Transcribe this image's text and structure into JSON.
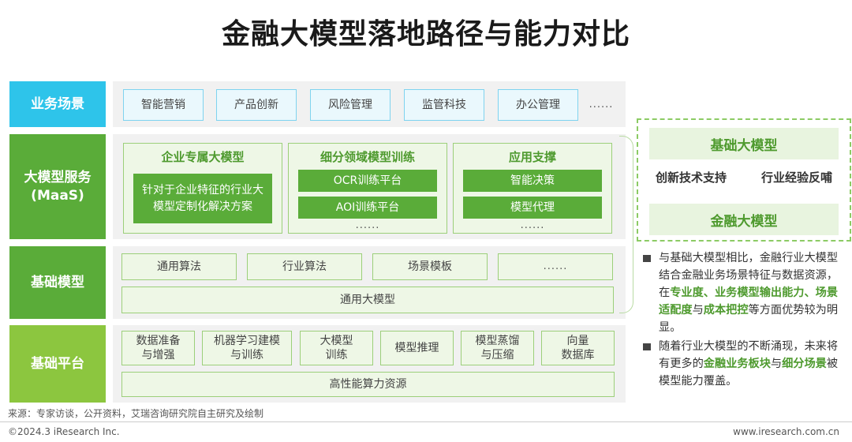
{
  "title": "金融大模型落地路径与能力对比",
  "layers": {
    "scenario": {
      "label": "业务场景",
      "items": [
        "智能营销",
        "产品创新",
        "风险管理",
        "监管科技",
        "办公管理"
      ],
      "more": "......"
    },
    "maas": {
      "label_line1": "大模型服务",
      "label_line2": "(MaaS)",
      "panel1": {
        "title": "企业专属大模型",
        "content": "针对于企业特征的行业大模型定制化解决方案"
      },
      "panel2": {
        "title": "细分领域模型训练",
        "items": [
          "OCR训练平台",
          "AOI训练平台"
        ],
        "more": "......"
      },
      "panel3": {
        "title": "应用支撑",
        "items": [
          "智能决策",
          "模型代理"
        ],
        "more": "......"
      }
    },
    "base_model": {
      "label": "基础模型",
      "items": [
        "通用算法",
        "行业算法",
        "场景模板",
        "......"
      ],
      "bar": "通用大模型"
    },
    "platform": {
      "label": "基础平台",
      "items": [
        "数据准备\n与增强",
        "机器学习建模\n与训练",
        "大模型\n训练",
        "模型推理",
        "模型蒸馏\n与压缩",
        "向量\n数据库"
      ],
      "bar": "高性能算力资源"
    }
  },
  "right_box": {
    "top": "基础大模型",
    "left": "创新技术支持",
    "right": "行业经验反哺",
    "bottom": "金融大模型"
  },
  "bullets": {
    "b1_p1": "与基础大模型相比，金融行业大模型结合金融业务场景特征与数据资源，在",
    "b1_h1": "专业度、业务模型输出能力、场景适配度",
    "b1_p2": "与",
    "b1_h2": "成本把控",
    "b1_p3": "等方面优势较为明显。",
    "b2_p1": "随着行业大模型的不断涌现，未来将有更多的",
    "b2_h1": "金融业务板块",
    "b2_p2": "与",
    "b2_h2": "细分场景",
    "b2_p3": "被模型能力覆盖。"
  },
  "footer": {
    "source": "来源：专家访谈，公开资料，艾瑞咨询研究院自主研究及绘制",
    "copyright": "©2024.3 iResearch Inc.",
    "site": "www.iresearch.com.cn"
  },
  "colors": {
    "scenario_label": "#2ec4ea",
    "maas_label": "#5aac39",
    "base_label": "#5aac39",
    "platform_label": "#8cc63f",
    "accent_green": "#4e9a2e"
  }
}
